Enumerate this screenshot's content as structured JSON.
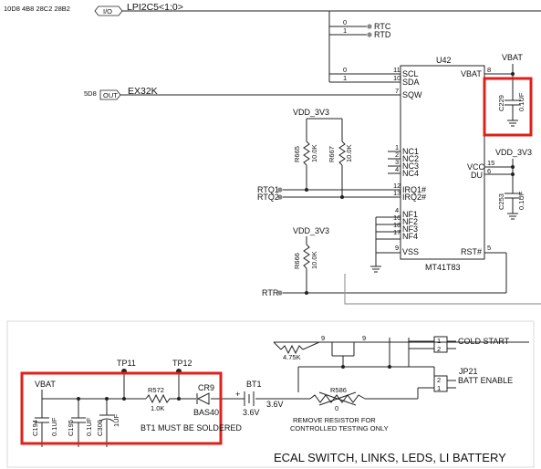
{
  "top": {
    "offpage_refs": "10D8 4B8 28C2 28B2",
    "bus_flag": "I/O",
    "bus_name": "LPI2C5<1:0>",
    "rtc_pin0": "0",
    "rtc_pin1": "1",
    "rtc_label": "RTC",
    "rtd_label": "RTD",
    "scl_pin0": "0",
    "sda_pin1": "1",
    "clk_ref": "5D8",
    "clk_flag": "OUT",
    "clk_net": "EX32K"
  },
  "chip": {
    "ref": "U42",
    "part": "MT41T83",
    "pins": {
      "scl": "SCL",
      "scl_n": "11",
      "sda": "SDA",
      "sda_n": "10",
      "sqw": "SQW",
      "sqw_n": "7",
      "nc1": "NC1",
      "nc1_n": "1",
      "nc2": "NC2",
      "nc2_n": "2",
      "nc3": "NC3",
      "nc3_n": "3",
      "nc4": "NC4",
      "nc4_n": "4",
      "irq1": "IRQ1#",
      "irq1_n": "12",
      "irq2": "IRQ2#",
      "irq2_n": "13",
      "nf1": "NF1",
      "nf1_n": "4",
      "nf2": "NF2",
      "nf2_n": "16",
      "nf3": "NF3",
      "nf3_n": "18",
      "nf4": "NF4",
      "nf4_n": "17",
      "vss": "VSS",
      "vss_n": "9",
      "vbat": "VBAT",
      "vbat_n": "8",
      "vcc": "VCC",
      "vcc_n": "15",
      "du": "DU",
      "du_n": "6",
      "rst": "RST#",
      "rst_n": "5"
    }
  },
  "upper_passives": {
    "vdd_a": "VDD_3V3",
    "r665_ref": "R665",
    "r665_val": "10.0K",
    "r667_ref": "R667",
    "r667_val": "10.0K",
    "rtq1": "RTQ1",
    "rtq2": "RTQ2",
    "vdd_b": "VDD_3V3",
    "r666_ref": "R666",
    "r666_val": "10.0K",
    "rtr": "RTR",
    "vbat_top": "VBAT",
    "c229_ref": "C229",
    "c229_val": "0.1UF",
    "vdd_c": "VDD_3V3",
    "c253_ref": "C253",
    "c253_val": "0.1UF"
  },
  "lower": {
    "pin9a": "9",
    "pin9b": "9",
    "r_val": "4.75K",
    "cold_n1": "1",
    "cold_n2": "2",
    "cold_label": "COLD START",
    "jp21": "JP21",
    "batt_n2": "2",
    "batt_n1": "1",
    "batt_label": "BATT ENABLE",
    "tp11": "TP11",
    "tp12": "TP12",
    "vbat": "VBAT",
    "r572_ref": "R572",
    "r572_val": "1.0K",
    "cr9_ref": "CR9",
    "cr9_val": "BAS40",
    "plus": "+",
    "bt1_ref": "BT1",
    "bt1_val": "3.6V",
    "net_36v": "3.6V",
    "r586_ref": "R586",
    "r586_val": "0",
    "note1": "REMOVE RESISTOR FOR",
    "note2": "CONTROLLED TESTING ONLY",
    "bt_note": "BT1 MUST BE SOLDERED",
    "c194_ref": "C194",
    "c194_val": "0.1UF",
    "c195_ref": "C195",
    "c195_val": "0.1UF",
    "c300_ref": "C300",
    "c300_val": "1UF",
    "footer": "ECAL SWITCH, LINKS, LEDS, LI BATTERY"
  }
}
